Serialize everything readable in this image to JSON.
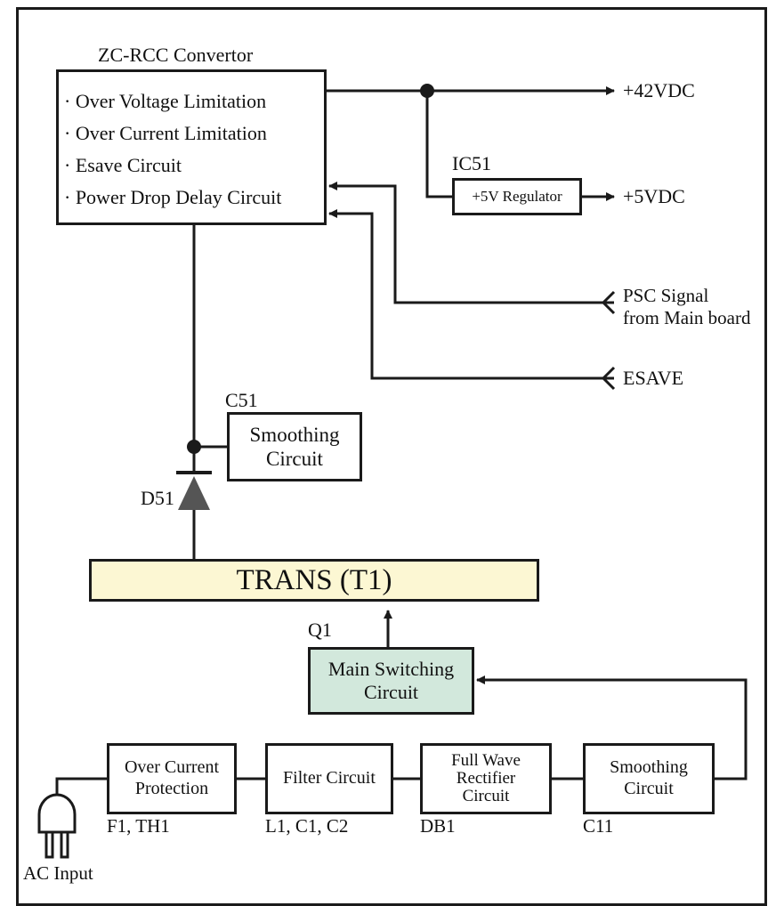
{
  "converter": {
    "title": "ZC-RCC Convertor",
    "items": [
      "· Over Voltage Limitation",
      "· Over Current Limitation",
      "· Esave Circuit",
      "· Power Drop Delay Circuit"
    ]
  },
  "outputs": {
    "v42": "+42VDC",
    "v5": "+5VDC"
  },
  "regulator": {
    "ref": "IC51",
    "label": "+5V Regulator"
  },
  "signals": {
    "psc_line1": "PSC Signal",
    "psc_line2": "from Main board",
    "esave": "ESAVE"
  },
  "secondary_smoothing": {
    "ref": "C51",
    "line1": "Smoothing",
    "line2": "Circuit"
  },
  "diode": {
    "ref": "D51"
  },
  "transformer": {
    "label": "TRANS (T1)"
  },
  "switching": {
    "ref": "Q1",
    "line1": "Main Switching",
    "line2": "Circuit"
  },
  "input_chain": [
    {
      "line1": "Over Current",
      "line2": "Protection",
      "line3": "",
      "ref": "F1, TH1"
    },
    {
      "line1": "Filter Circuit",
      "line2": "",
      "line3": "",
      "ref": "L1, C1, C2"
    },
    {
      "line1": "Full Wave",
      "line2": "Rectifier",
      "line3": "Circuit",
      "ref": "DB1"
    },
    {
      "line1": "Smoothing",
      "line2": "Circuit",
      "line3": "",
      "ref": "C11"
    }
  ],
  "ac_input": {
    "label": "AC Input"
  },
  "colors": {
    "line": "#1a1a1a",
    "transformer_fill": "#fcf7d3",
    "switching_fill": "#d2e8dc"
  }
}
